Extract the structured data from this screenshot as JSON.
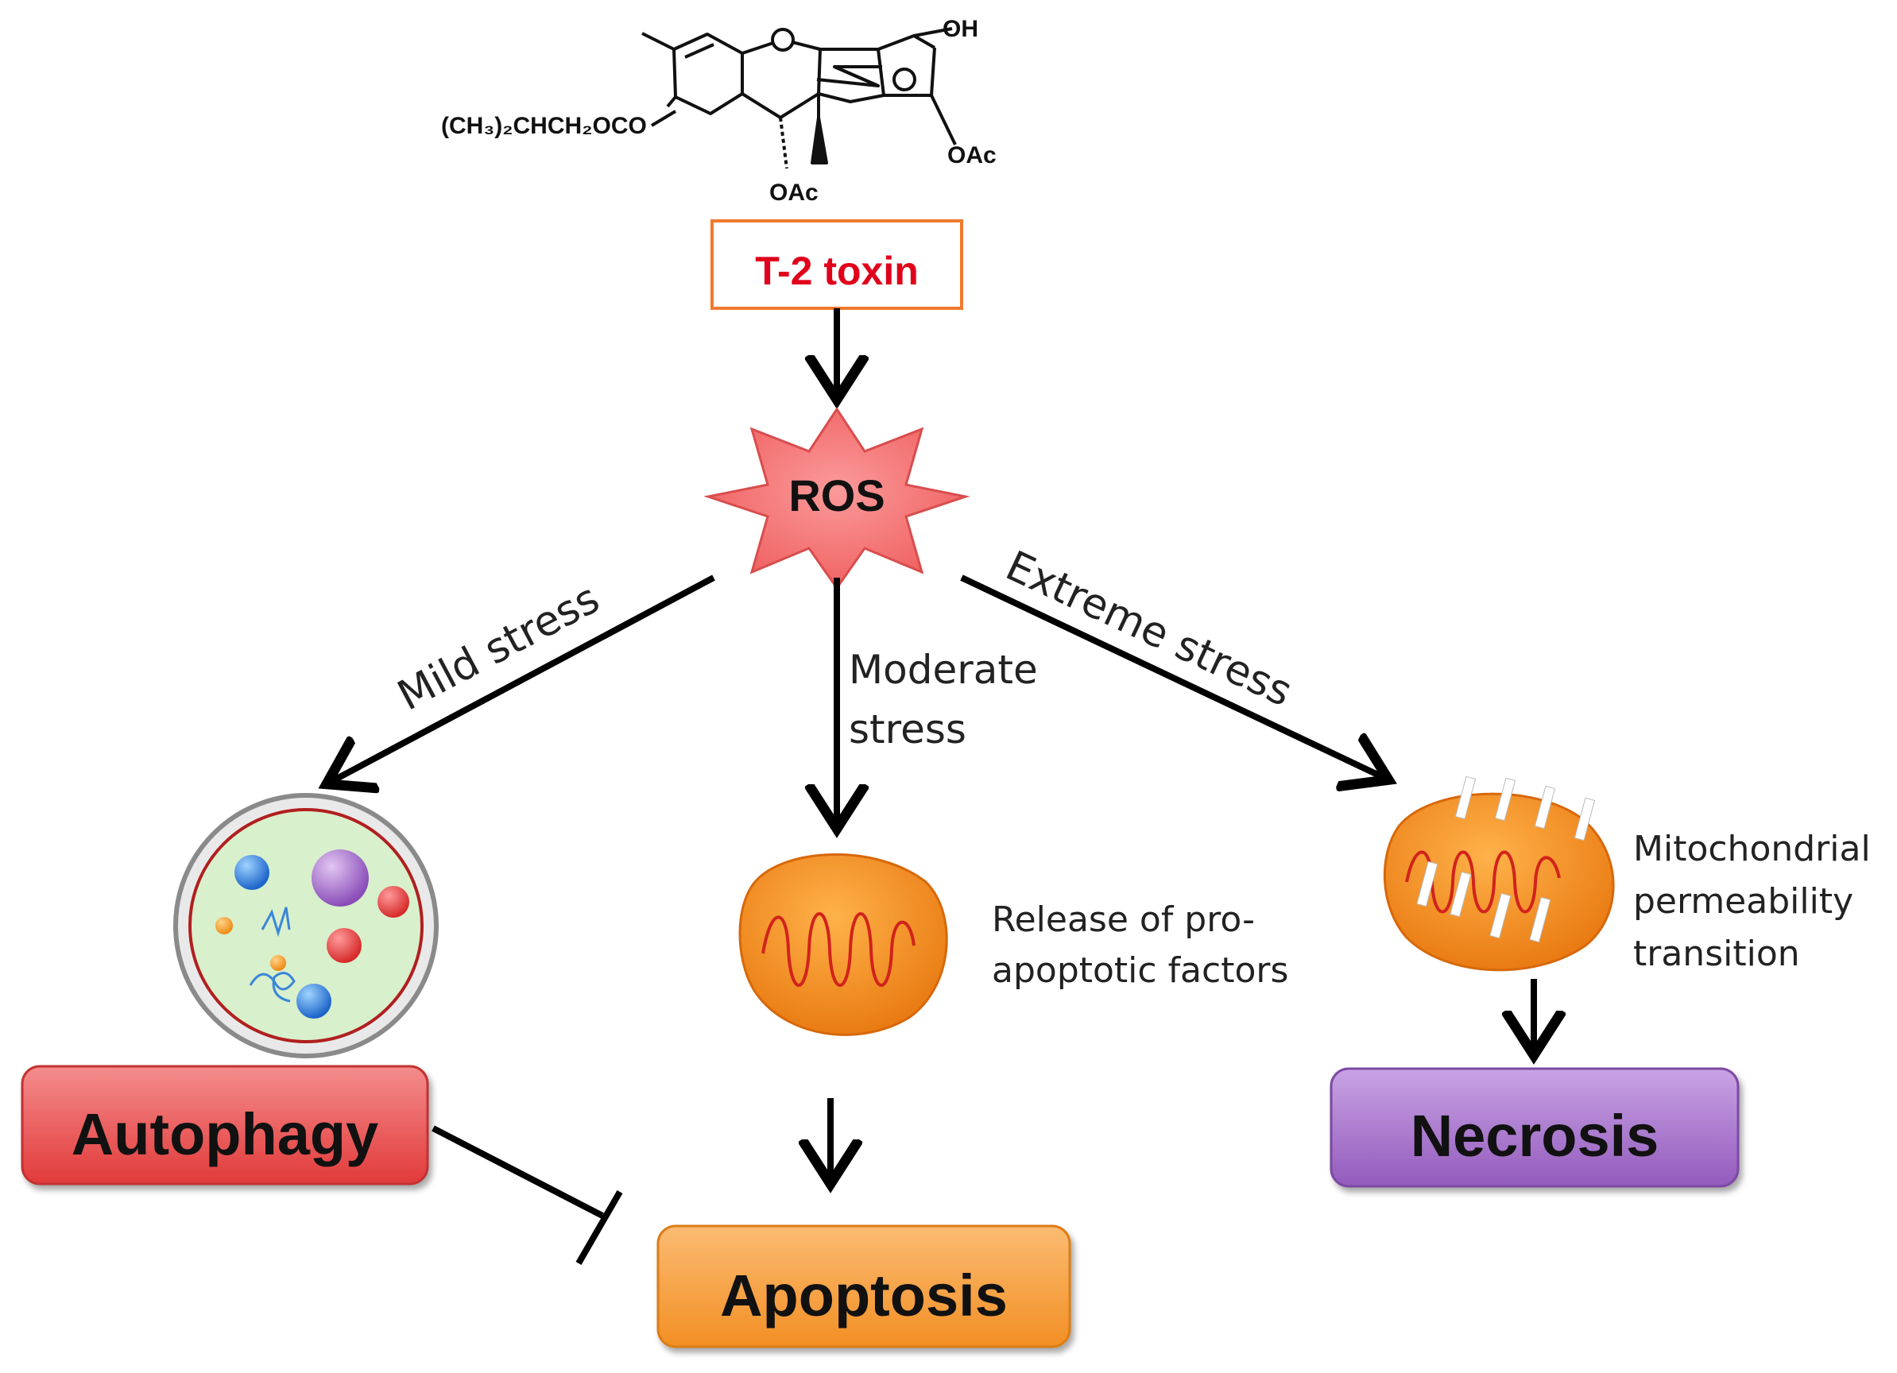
{
  "molecule": {
    "oh_label": "OH",
    "substituent_label": "(CH₃)₂CHCH₂OCO",
    "oac_right_label": "OAc",
    "oac_bottom_label": "OAc"
  },
  "toxin": {
    "label": "T-2 toxin",
    "color": "#e0001b",
    "border_color": "#f07a2e"
  },
  "ros": {
    "label": "ROS",
    "fill": "#f47b7b"
  },
  "branches": {
    "mild": "Mild stress",
    "moderate_line1": "Moderate",
    "moderate_line2": "stress",
    "extreme": "Extreme stress"
  },
  "annotations": {
    "release_line1": "Release of pro-",
    "release_line2": "apoptotic factors",
    "mpt_line1": "Mitochondrial",
    "mpt_line2": "permeability",
    "mpt_line3": "transition"
  },
  "outcomes": {
    "autophagy": "Autophagy",
    "apoptosis": "Apoptosis",
    "necrosis": "Necrosis"
  },
  "colors": {
    "autophagy": "#e84848",
    "apoptosis": "#f5962f",
    "necrosis": "#9a62c2",
    "mitochondria": "#f28a1e"
  }
}
